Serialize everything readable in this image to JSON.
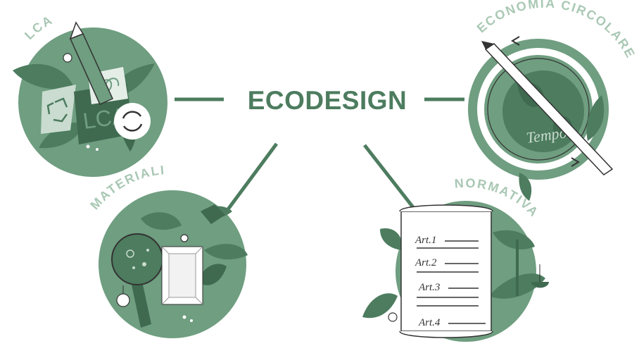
{
  "diagram": {
    "center_title": "ECODESIGN",
    "nodes": {
      "lca": {
        "label": "LCA",
        "drawn_text": "LCA"
      },
      "economia_circolare": {
        "label": "ECONOMIA CIRCOLARE",
        "drawn_text": "Tempo"
      },
      "materiali": {
        "label": "MATERIALI"
      },
      "normativa": {
        "label": "NORMATIVA",
        "articles": [
          "Art.1",
          "Art.2",
          "Art.3",
          "Art.4"
        ]
      }
    }
  },
  "colors": {
    "dark_green": "#4d7c5f",
    "mid_green": "#6f9e80",
    "light_green": "#a9c8b4",
    "paper": "#ffffff"
  }
}
